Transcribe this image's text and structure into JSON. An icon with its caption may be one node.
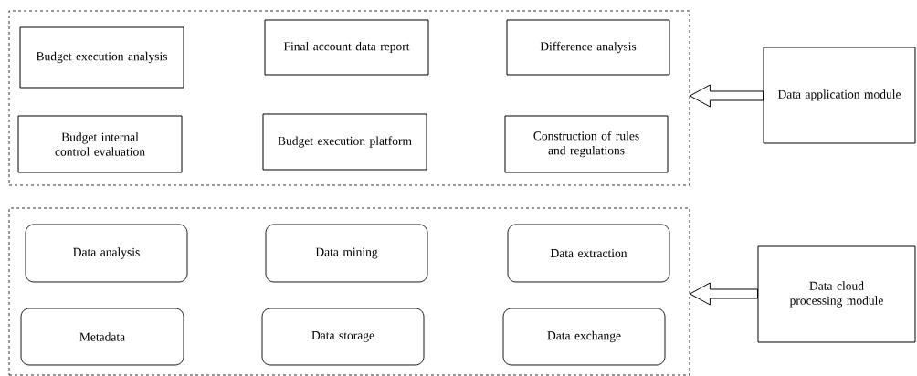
{
  "diagram": {
    "nodes": [
      {
        "text": [],
        "shape": "box"
      },
      {
        "text": [
          "Budget execution analysis"
        ],
        "in": 0
      },
      {
        "text": [
          "Final account data report"
        ],
        "in": 0
      },
      {
        "text": [
          "Difference analysis"
        ],
        "in": 0
      },
      {
        "text": [
          "Budget internal control evaluation"
        ],
        "in": 0
      },
      {
        "text": [
          "Budget execution platform"
        ],
        "in": 0
      },
      {
        "text": [
          "Construction of rules and regulations"
        ],
        "in": 0
      },
      {
        "text": [
          "Data application module"
        ]
      },
      {
        "text": [],
        "shape": "box"
      },
      {
        "text": [
          "Data analysis"
        ],
        "in": 8
      },
      {
        "text": [
          "Data mining"
        ],
        "in": 8
      },
      {
        "text": [
          "Data extraction"
        ],
        "in": 8
      },
      {
        "text": [
          "Metadata"
        ],
        "in": 8
      },
      {
        "text": [
          "Data storage"
        ],
        "in": 8
      },
      {
        "text": [
          "Data exchange"
        ],
        "in": 8
      },
      {
        "text": [
          "Data cloud processing module"
        ]
      }
    ],
    "edges": [
      {
        "from": 7,
        "to": 0,
        "arrow": "to"
      },
      {
        "from": 15,
        "to": 8,
        "arrow": "to"
      }
    ]
  }
}
